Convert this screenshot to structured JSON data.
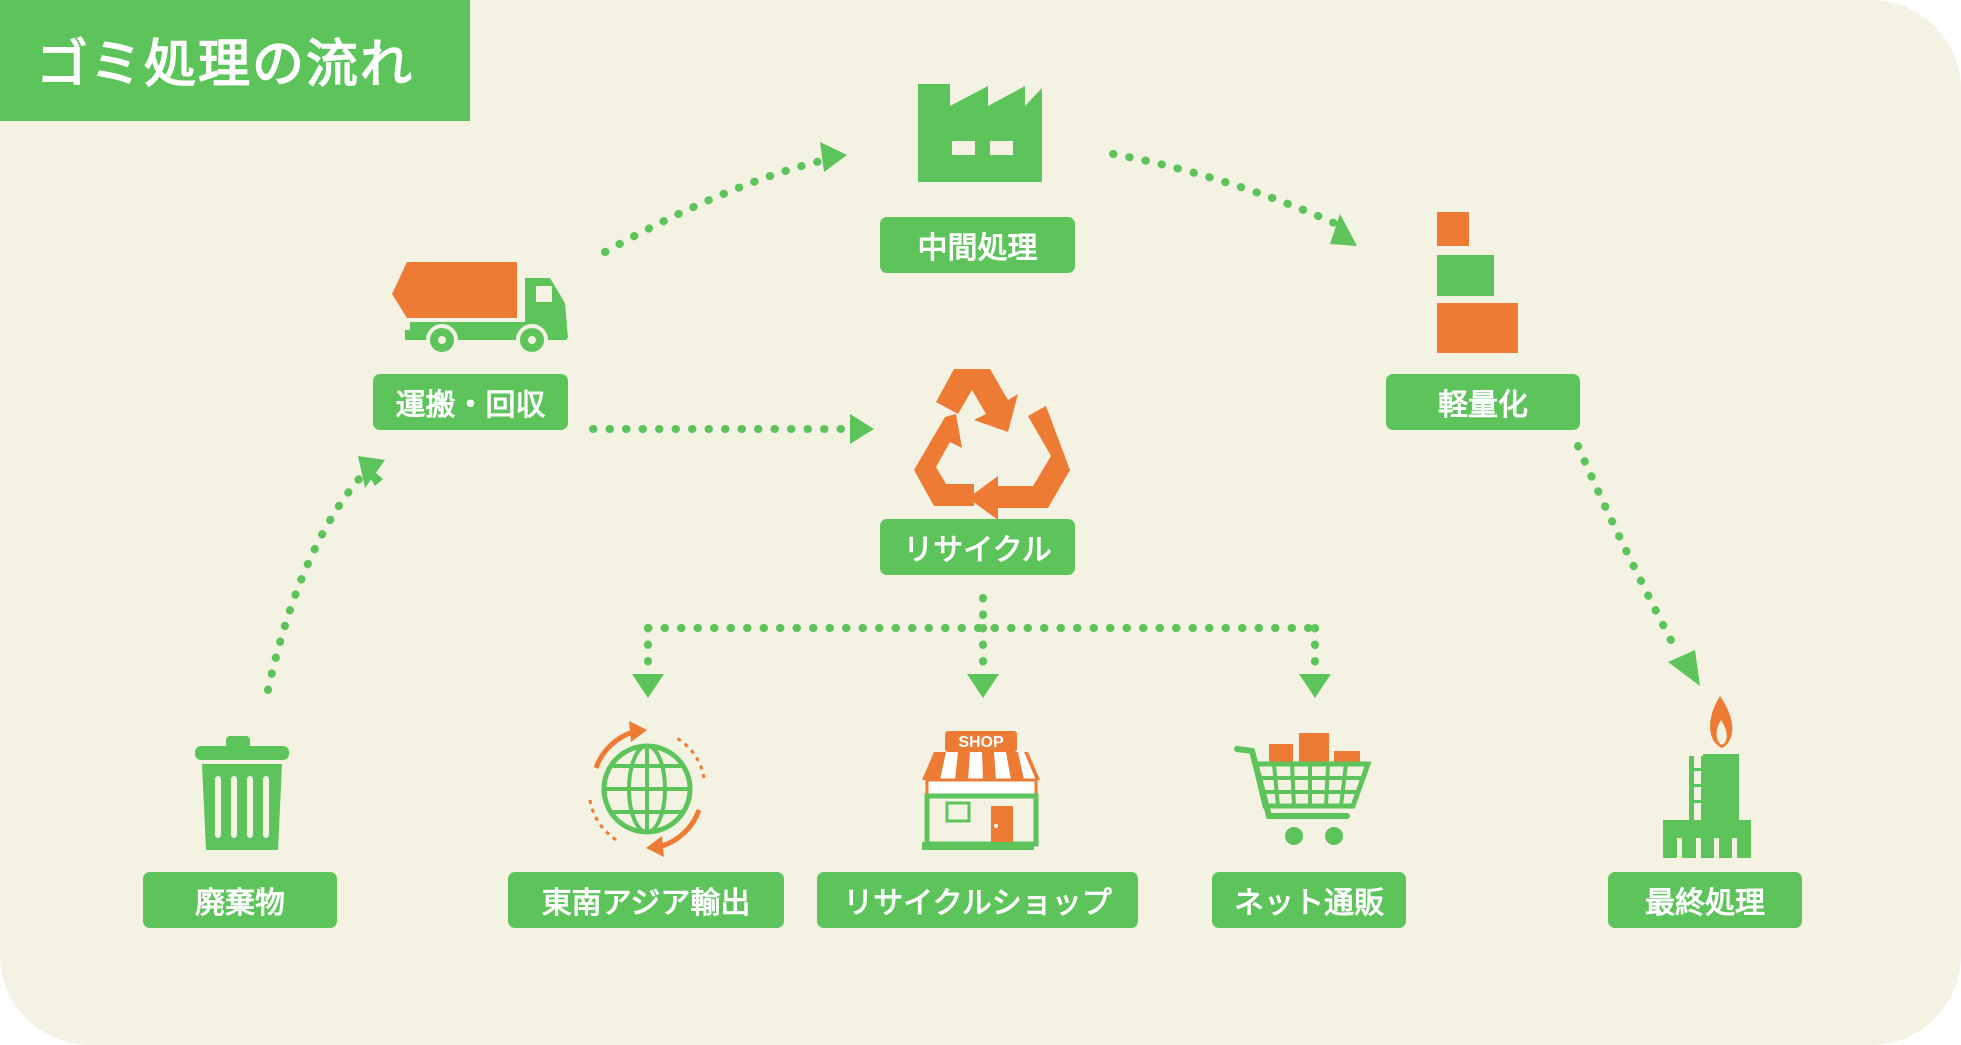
{
  "title": "ゴミ処理の流れ",
  "nodes": {
    "waste": "廃棄物",
    "transport": "運搬・回収",
    "intermediate": "中間処理",
    "recycle": "リサイクル",
    "reduction": "軽量化",
    "final": "最終処理",
    "export": "東南アジア輸出",
    "shop": "リサイクルショップ",
    "online": "ネット通販"
  },
  "shop_sign": "SHOP",
  "colors": {
    "green": "#5cc45a",
    "orange": "#ee7b34",
    "background": "#f3f2e3",
    "white": "#ffffff"
  },
  "icons": [
    "trash-can-icon",
    "truck-icon",
    "factory-icon",
    "recycle-icon",
    "stacked-boxes-icon",
    "incinerator-icon",
    "globe-icon",
    "shop-icon",
    "shopping-cart-icon"
  ]
}
